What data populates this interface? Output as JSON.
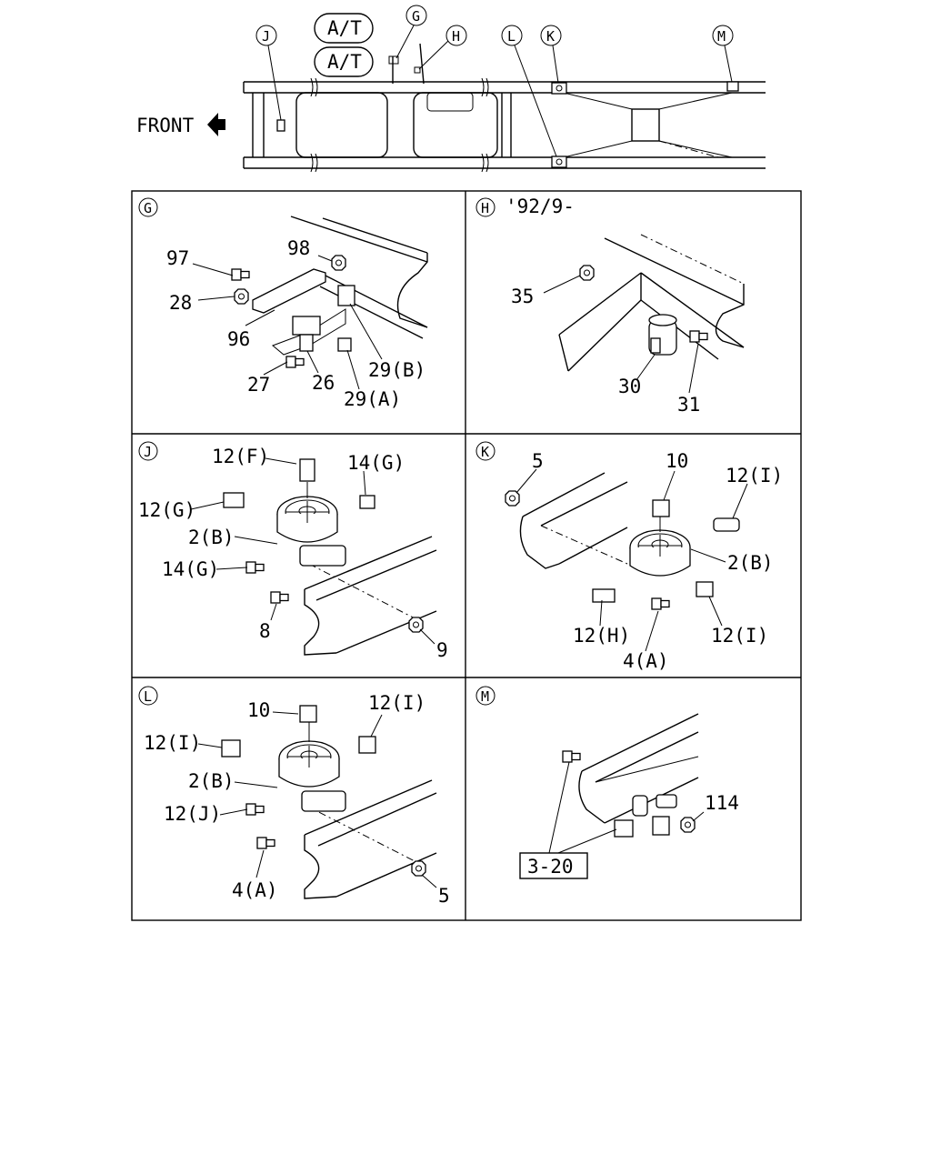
{
  "overview": {
    "front_label": "FRONT",
    "at_labels": [
      "A/T",
      "A/T"
    ],
    "callouts": [
      "J",
      "G",
      "H",
      "L",
      "K",
      "M"
    ]
  },
  "panels": {
    "G": {
      "letter": "G",
      "note": "",
      "labels": [
        "97",
        "98",
        "28",
        "96",
        "27",
        "26",
        "29(B)",
        "29(A)"
      ]
    },
    "H": {
      "letter": "H",
      "note": "'92/9-",
      "labels": [
        "35",
        "30",
        "31"
      ]
    },
    "J": {
      "letter": "J",
      "note": "",
      "labels": [
        "12(F)",
        "14(G)",
        "12(G)",
        "2(B)",
        "14(G)",
        "8",
        "9"
      ]
    },
    "K": {
      "letter": "K",
      "note": "",
      "labels": [
        "5",
        "10",
        "12(I)",
        "2(B)",
        "12(H)",
        "12(I)",
        "4(A)"
      ]
    },
    "L": {
      "letter": "L",
      "note": "",
      "labels": [
        "10",
        "12(I)",
        "12(I)",
        "2(B)",
        "12(J)",
        "4(A)",
        "5"
      ]
    },
    "M": {
      "letter": "M",
      "note": "",
      "labels": [
        "114",
        "3-20"
      ]
    }
  }
}
